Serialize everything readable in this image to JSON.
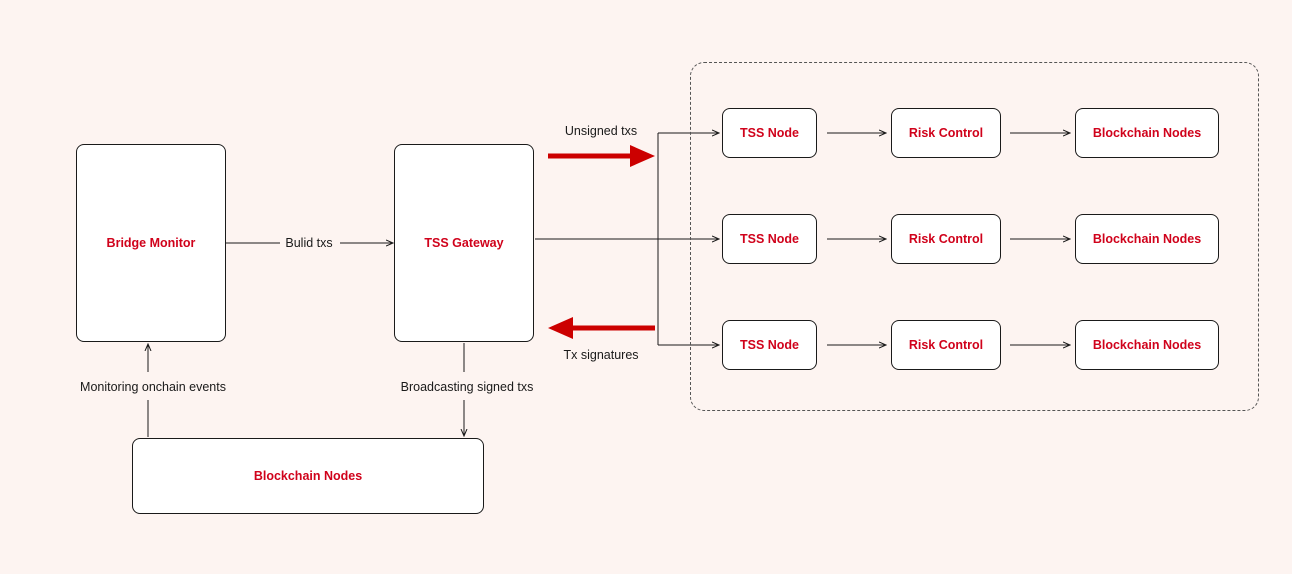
{
  "colors": {
    "background": "#fdf4f1",
    "node_text": "#d0021b",
    "big_arrow": "#cc0000",
    "line": "#1a1a1a"
  },
  "nodes": {
    "bridge_monitor": "Bridge Monitor",
    "tss_gateway": "TSS Gateway",
    "blockchain_nodes_bottom": "Blockchain Nodes",
    "rows": [
      {
        "tss_node": "TSS Node",
        "risk_control": "Risk Control",
        "blockchain_nodes": "Blockchain Nodes"
      },
      {
        "tss_node": "TSS Node",
        "risk_control": "Risk Control",
        "blockchain_nodes": "Blockchain Nodes"
      },
      {
        "tss_node": "TSS Node",
        "risk_control": "Risk Control",
        "blockchain_nodes": "Blockchain Nodes"
      }
    ]
  },
  "edges": {
    "build_txs": "Bulid txs",
    "unsigned_txs": "Unsigned txs",
    "tx_signatures": "Tx signatures",
    "monitoring": "Monitoring onchain events",
    "broadcasting": "Broadcasting signed txs"
  }
}
